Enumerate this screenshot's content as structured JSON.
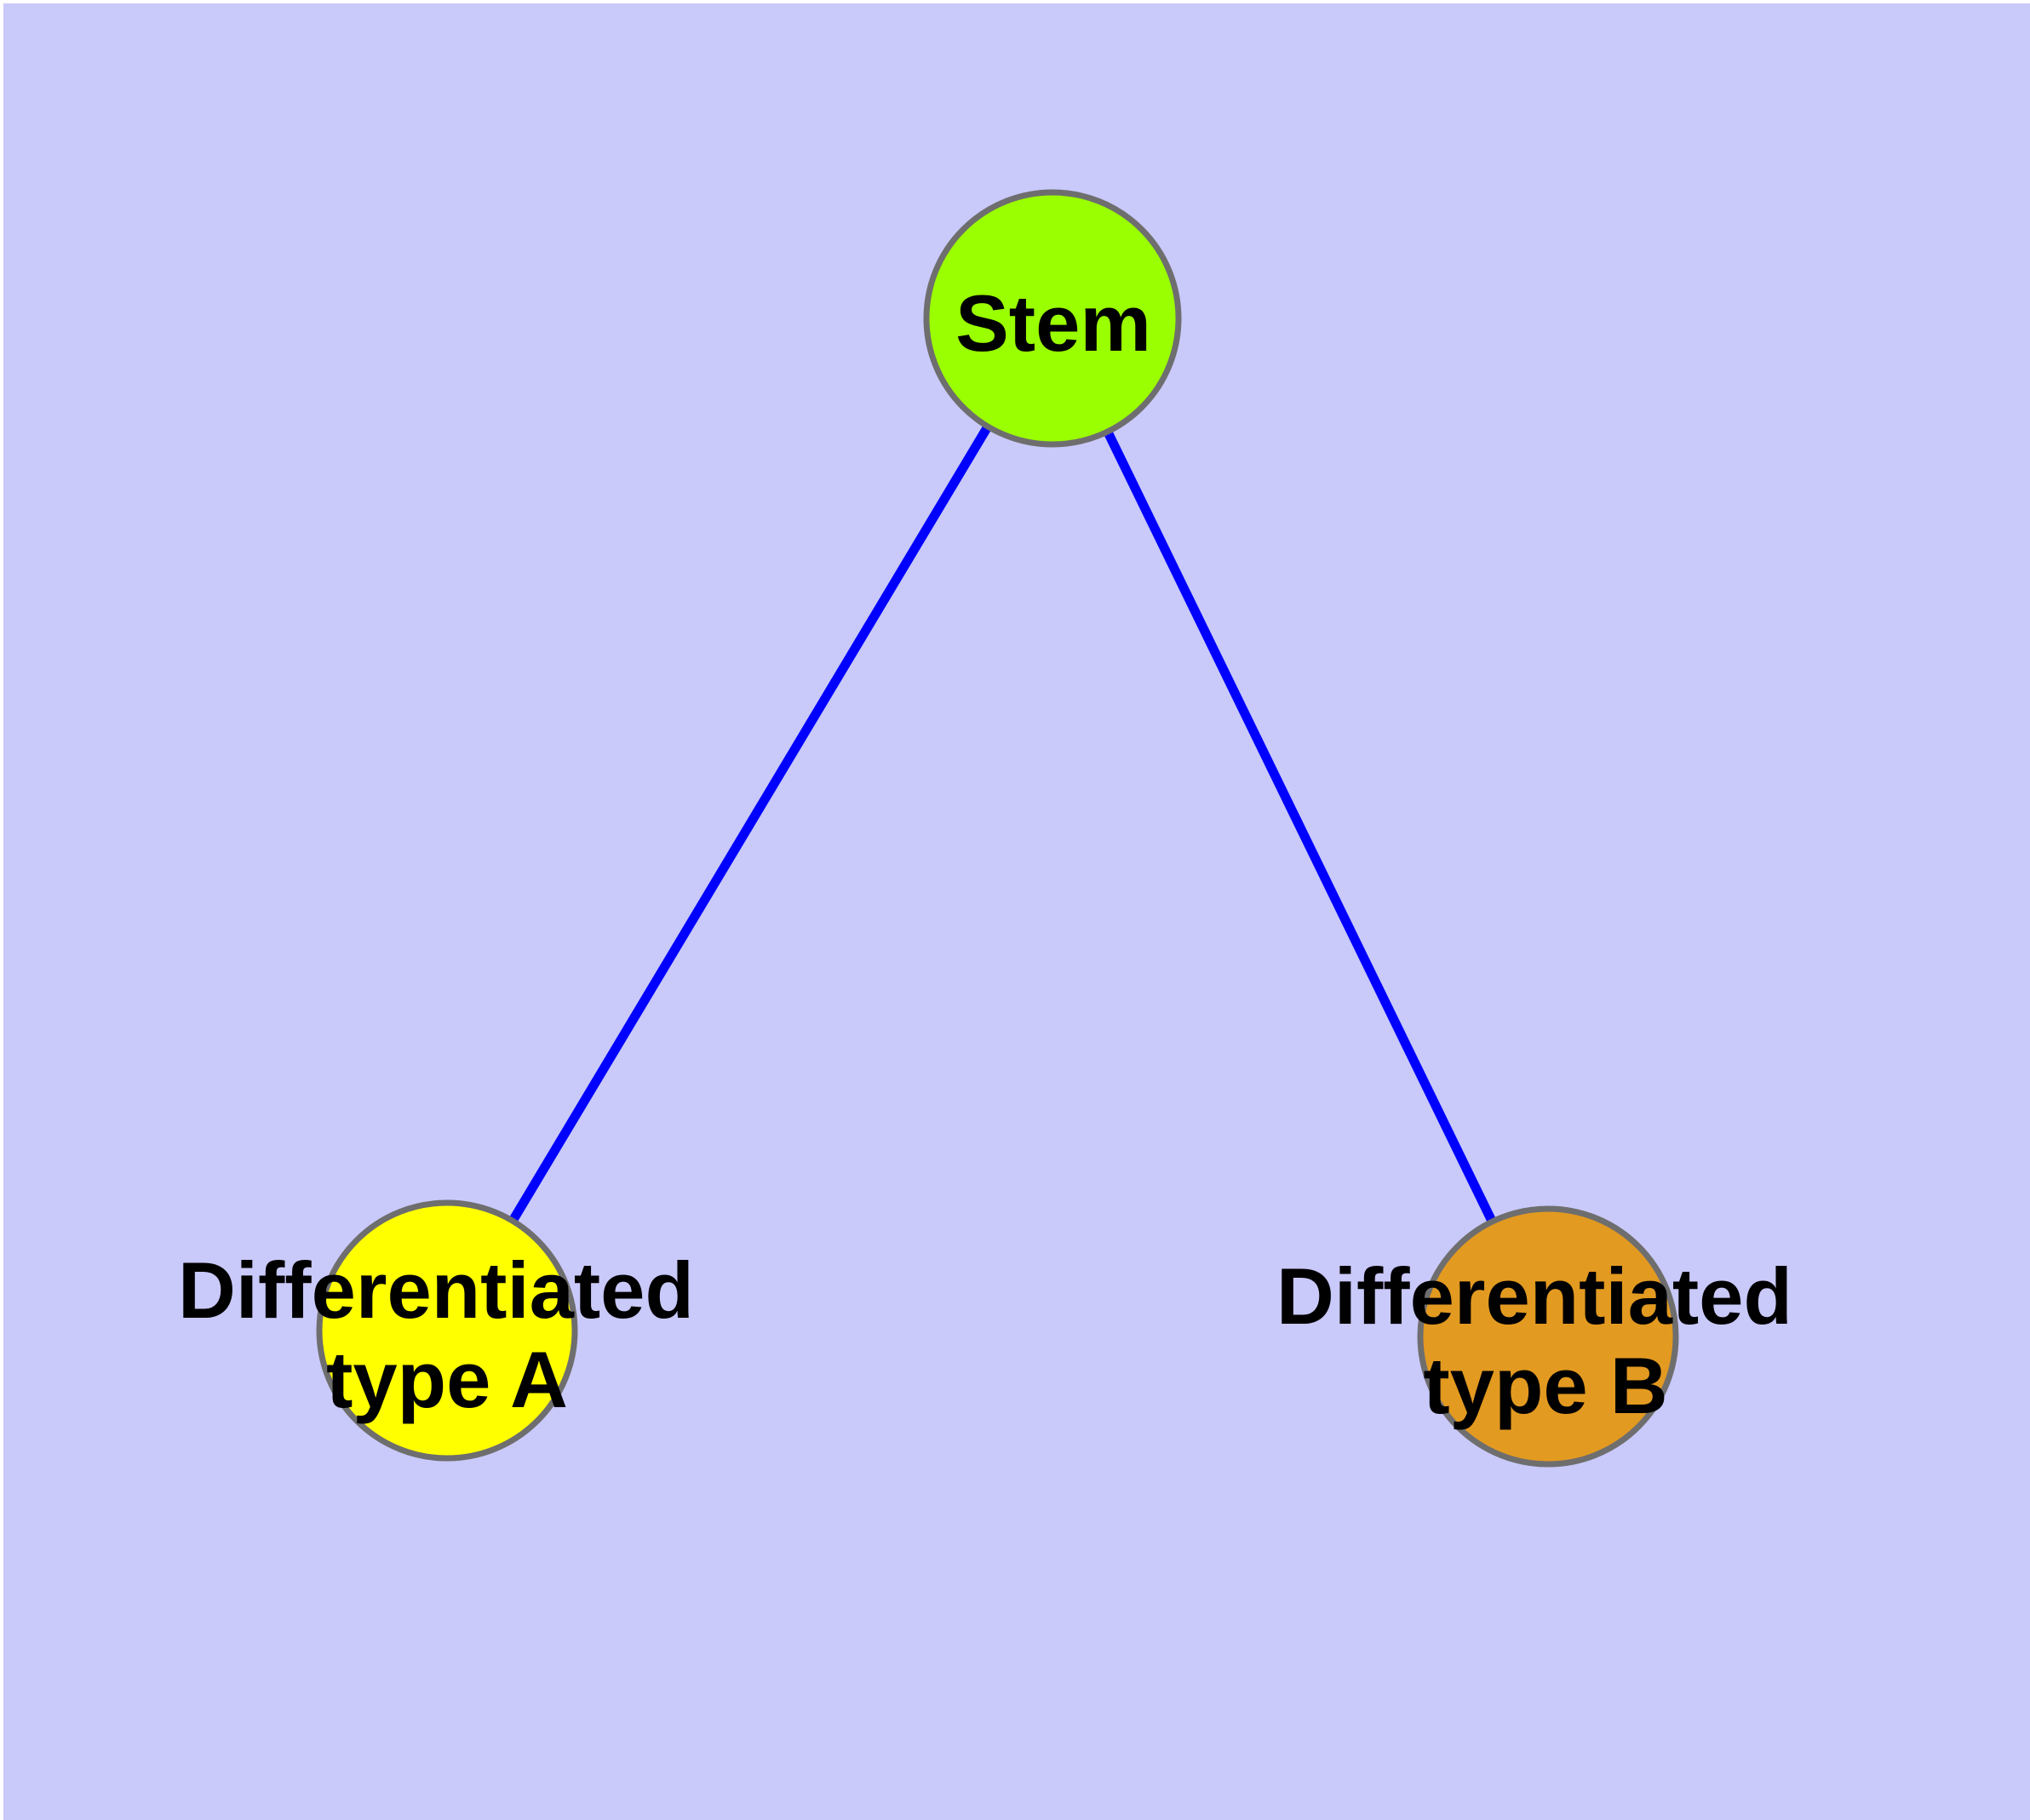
{
  "diagram": {
    "type": "graph",
    "background_color": "#c9c9fa",
    "edge_color": "#0000ff",
    "node_border_color": "#6e6e6e",
    "label_color": "#000000",
    "nodes": [
      {
        "id": "stem",
        "label": "Stem",
        "label_line1": "Stem",
        "label_line2": "",
        "fill": "#9aff00"
      },
      {
        "id": "differentiated-type-a",
        "label": "Differentiated type A",
        "label_line1": "Differentiated",
        "label_line2": "type A",
        "fill": "#ffff00"
      },
      {
        "id": "differentiated-type-b",
        "label": "Differentiated type B",
        "label_line1": "Differentiated",
        "label_line2": "type B",
        "fill": "#e39a20"
      }
    ],
    "edges": [
      {
        "from": "Stem",
        "to": "Differentiated type A"
      },
      {
        "from": "Stem",
        "to": "Differentiated type B"
      }
    ]
  }
}
